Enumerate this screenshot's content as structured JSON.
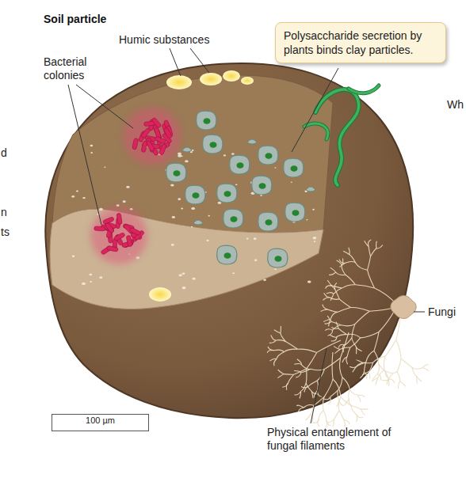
{
  "diagram": {
    "title": "Soil particle",
    "nodes": [
      {
        "text": [
          "Polysaccharide secretion by plants binds clay particles."
        ]
      },
      {
        "text": [
          "100 µm"
        ]
      }
    ],
    "labels": [
      "Humic substances",
      "Bacterial colonies",
      "Fungi",
      "Physical entanglement of fungal filaments",
      "Wh",
      "d",
      "n",
      "ts"
    ]
  }
}
